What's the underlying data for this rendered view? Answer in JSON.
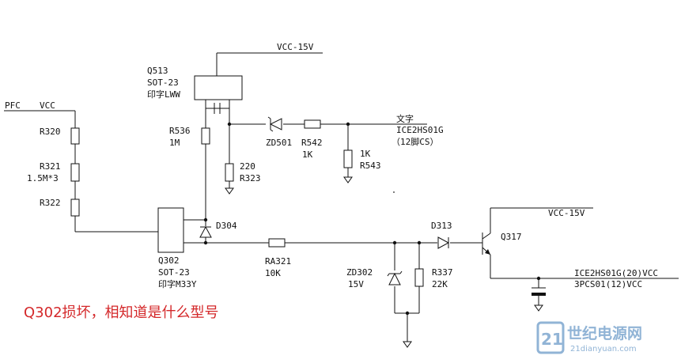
{
  "labels": {
    "vcc15_top": "VCC-15V",
    "q513_name": "Q513",
    "q513_pkg": "SOT-23",
    "q513_mark": "印字LWW",
    "pfc": "PFC",
    "vcc_left": "VCC",
    "r320": "R320",
    "r321": "R321",
    "r321_val": "1.5M*3",
    "r322": "R322",
    "r536": "R536",
    "r536_val": "1M",
    "zd501": "ZD501",
    "r542": "R542",
    "r542_val": "1K",
    "wenzi": "文字",
    "ice_cs": "ICE2HS01G",
    "ice_cs_pin": "（12脚CS）",
    "r543_val": "1K",
    "r543": "R543",
    "r323_val": "220",
    "r323": "R323",
    "d304": "D304",
    "q302_name": "Q302",
    "q302_pkg": "SOT-23",
    "q302_mark": "印字M33Y",
    "ra321": "RA321",
    "ra321_val": "10K",
    "d313": "D313",
    "vcc15_right": "VCC-15V",
    "q317": "Q317",
    "zd302": "ZD302",
    "zd302_val": "15V",
    "r337": "R337",
    "r337_val": "22K",
    "ice_vcc": "ICE2HS01G(20)VCC",
    "pcs_vcc": "3PCS01(12)VCC"
  },
  "note": "Q302损坏，相知道是什么型号",
  "watermark": {
    "icon_text": "21",
    "cn": "世纪电源网",
    "en": "21dianyuan.com"
  },
  "colors": {
    "note": "#d4282a",
    "watermark": "#7ea7cf"
  }
}
